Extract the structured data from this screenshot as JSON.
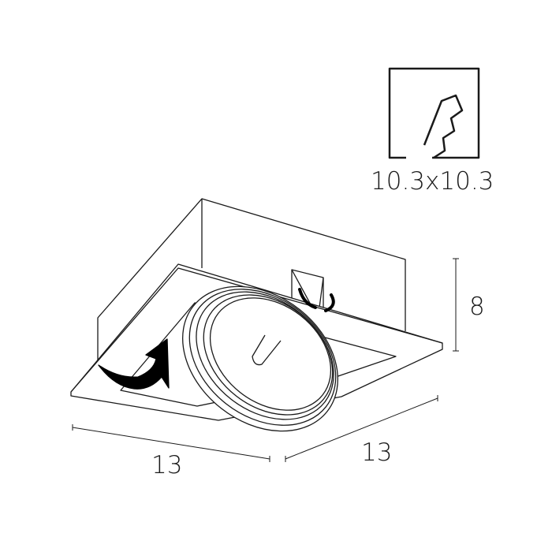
{
  "cutout": {
    "label": "10.3x10.3"
  },
  "dimensions": {
    "length": "13",
    "width": "13",
    "height": "8"
  },
  "colors": {
    "stroke": "#1a1a1a",
    "fill": "#000000"
  }
}
